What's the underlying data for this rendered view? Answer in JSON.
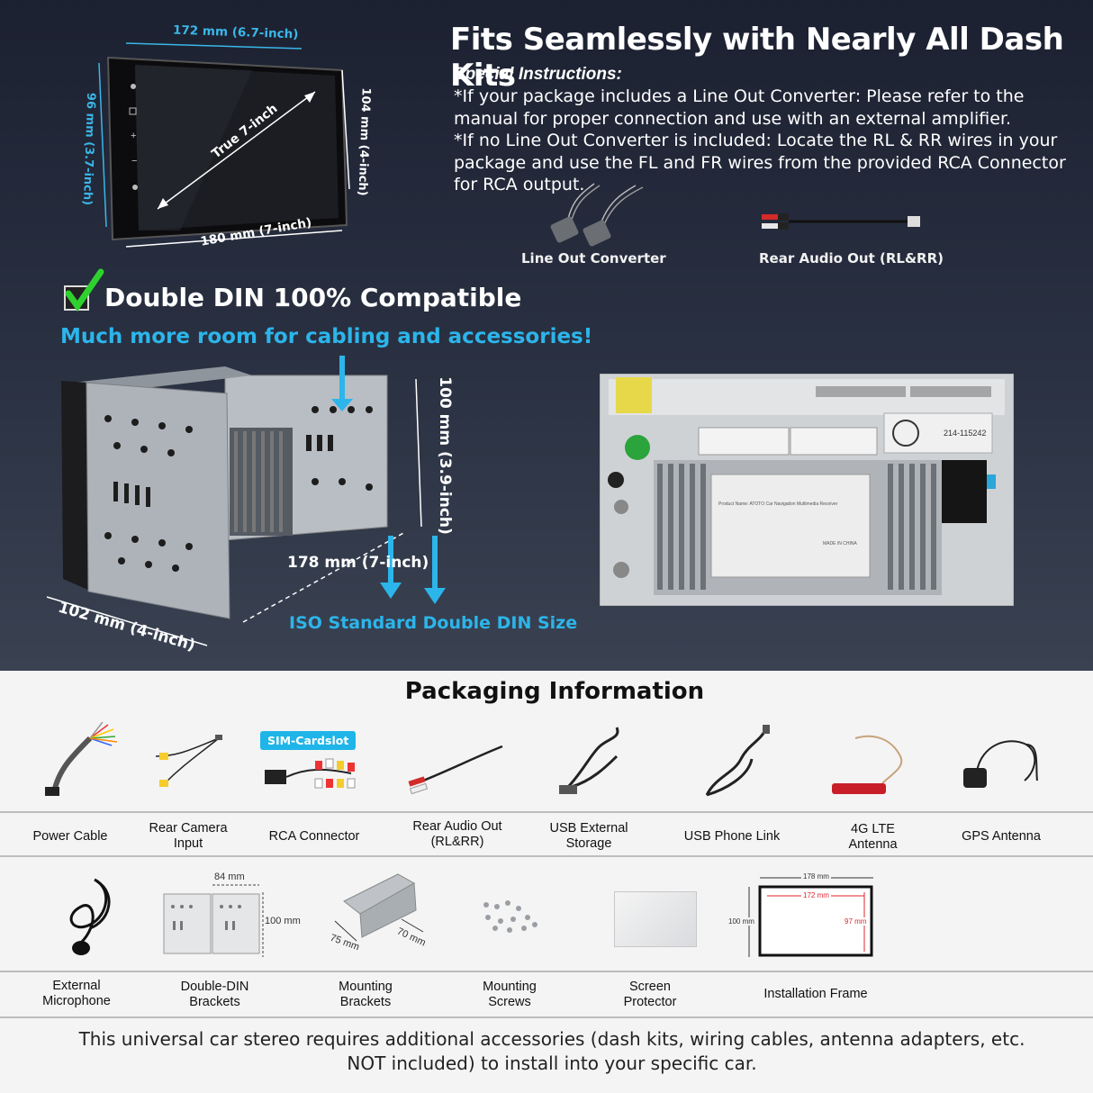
{
  "header": {
    "title": "Fits Seamlessly with Nearly All Dash Kits",
    "special_heading": "Special Instructions:",
    "instruction_1": "*If your package includes a Line Out Converter: Please refer to the manual for proper connection and use with an external amplifier.",
    "instruction_2": "*If no Line Out Converter is included: Locate the RL & RR wires in your package and use the FL and FR wires from the provided RCA Connector for RCA output.",
    "accessory_1": "Line Out Converter",
    "accessory_2": "Rear Audio Out (RL&RR)"
  },
  "screen_dims": {
    "width_top": "172 mm (6.7-inch)",
    "width_bottom": "180 mm (7-inch)",
    "height_left": "96 mm (3.7-inch)",
    "height_right": "104 mm (4-inch)",
    "diagonal": "True 7-inch"
  },
  "compat": {
    "heading": "Double DIN 100% Compatible",
    "subheading": "Much more room for cabling and accessories!",
    "height": "100 mm (3.9-inch)",
    "width": "178 mm (7-inch)",
    "depth": "102 mm (4-inch)",
    "iso": "ISO Standard Double DIN Size",
    "label_code": "214-115242",
    "product_name": "Product Name: ATOTO Car Navigation Multimedia Receiver",
    "made_in": "MADE IN CHINA"
  },
  "packaging": {
    "title": "Packaging Information",
    "sim_badge": "SIM-Cardslot",
    "row1": [
      "Power Cable",
      "Rear Camera Input",
      "RCA Connector",
      "Rear Audio Out (RL&RR)",
      "USB External Storage",
      "USB Phone Link",
      "4G LTE Antenna",
      "GPS Antenna"
    ],
    "row2": [
      "External Microphone",
      "Double-DIN Brackets",
      "Mounting Brackets",
      "Mounting Screws",
      "Screen Protector",
      "Installation Frame"
    ],
    "bracket_w": "84 mm",
    "bracket_h": "100 mm",
    "mount_a": "75 mm",
    "mount_b": "70 mm",
    "frame_outer_w": "178 mm",
    "frame_inner_w": "172 mm",
    "frame_outer_h": "100 mm",
    "frame_inner_h": "97 mm"
  },
  "footer": {
    "line1": "This universal car stereo requires additional accessories (dash kits, wiring cables, antenna adapters, etc.",
    "line2": "NOT included) to install into your specific car."
  },
  "colors": {
    "accent_blue": "#2cb5ea",
    "check_green": "#2fd12f",
    "red_dim": "#e0252b"
  }
}
